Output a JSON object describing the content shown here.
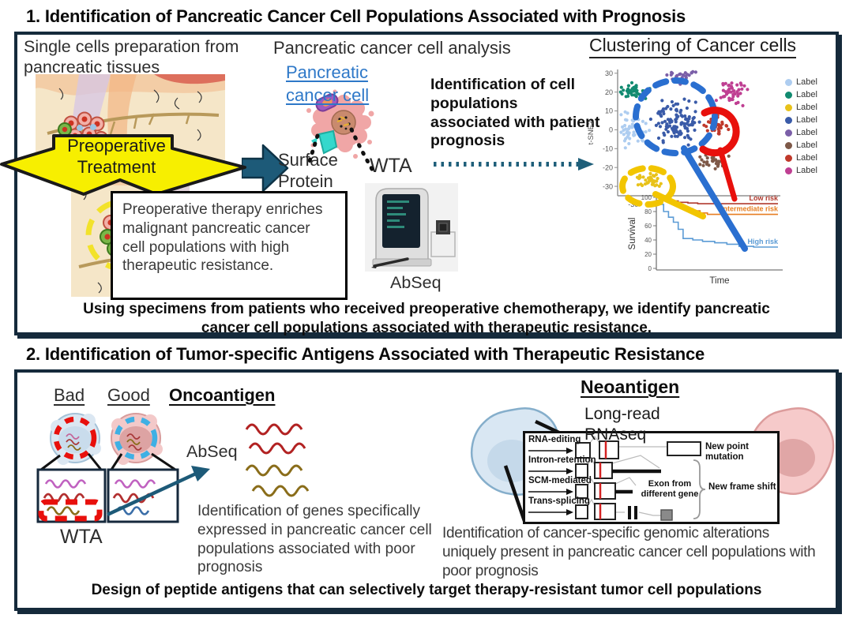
{
  "section1": {
    "title": "1. Identification of Pancreatic Cancer Cell Populations Associated with Prognosis",
    "left": {
      "heading": "Single cells preparation from pancreatic tissues",
      "treatment_arrow": "Preoperative Treatment",
      "note": "Preoperative therapy enriches malignant pancreatic cancer cell populations with high therapeutic resistance."
    },
    "middle": {
      "heading": "Pancreatic cancer cell analysis",
      "cell_link": "Pancreatic cancer cell",
      "surface_protein_label": "Surface Protein",
      "wta_label": "WTA",
      "abseq_label": "AbSeq",
      "identification_text": "Identification of cell populations associated with patient prognosis"
    },
    "right": {
      "heading": "Clustering of Cancer cells"
    },
    "footer": "Using specimens from patients who received preoperative chemotherapy, we identify pancreatic cancer cell populations associated with therapeutic resistance."
  },
  "section2": {
    "title": "2. Identification of Tumor-specific Antigens Associated with Therapeutic Resistance",
    "oncoantigen": {
      "bad_label": "Bad",
      "good_label": "Good",
      "heading": "Oncoantigen",
      "wta_label": "WTA",
      "abseq_label": "AbSeq",
      "description": "Identification of genes specifically expressed in pancreatic cancer cell populations associated with poor prognosis"
    },
    "neoantigen": {
      "heading": "Neoantigen",
      "method_label": "Long-read RNAseq",
      "rows": [
        "RNA-editing",
        "Intron-retention",
        "SCM-mediated",
        "Trans-splicing"
      ],
      "annotation_point": "New point mutation",
      "annotation_exon": "Exon from different gene",
      "annotation_frameshift": "New frame shift",
      "description": "Identification of cancer-specific genomic alterations uniquely present in pancreatic cancer cell populations with poor prognosis"
    },
    "footer": "Design of peptide antigens that can selectively target therapy-resistant tumor cell populations"
  },
  "colors": {
    "panel_border": "#152a3b",
    "accent_teal": "#1d5a78",
    "highlight_yellow": "#f7ef00",
    "link_blue": "#2e78c8",
    "bad_ring_red": "#e8100c",
    "good_ring_blue": "#3fb0e4"
  },
  "chart_data": [
    {
      "type": "scatter",
      "title": "Clustering of Cancer cells",
      "xlabel": "",
      "ylabel": "t-SNE2",
      "xlim": [
        -35,
        40
      ],
      "ylim": [
        -35,
        32
      ],
      "yticks": [
        30,
        20,
        10,
        0,
        -10,
        -20,
        -30
      ],
      "xticks": [
        -30
      ],
      "legend_position": "right",
      "clusters": [
        {
          "name": "Label",
          "color": "#aecdf0",
          "center": [
            -28,
            0
          ],
          "spread": [
            8,
            8
          ],
          "count": 55
        },
        {
          "name": "Label",
          "color": "#118a70",
          "center": [
            -27,
            20
          ],
          "spread": [
            7,
            5
          ],
          "count": 40
        },
        {
          "name": "Label",
          "color": "#e8c21a",
          "center": [
            -21,
            -27
          ],
          "spread": [
            7,
            4
          ],
          "count": 35
        },
        {
          "name": "Label",
          "color": "#3a5ba8",
          "center": [
            -8,
            5
          ],
          "spread": [
            11,
            12
          ],
          "count": 110
        },
        {
          "name": "Label",
          "color": "#7b5fa8",
          "center": [
            -5,
            30
          ],
          "spread": [
            7,
            6
          ],
          "count": 40
        },
        {
          "name": "Label",
          "color": "#7e5948",
          "center": [
            9,
            -16
          ],
          "spread": [
            7,
            5
          ],
          "count": 35
        },
        {
          "name": "Label",
          "color": "#c0392b",
          "center": [
            10,
            2
          ],
          "spread": [
            6,
            6
          ],
          "count": 40
        },
        {
          "name": "Label",
          "color": "#bf3f92",
          "center": [
            18,
            20
          ],
          "spread": [
            8,
            7
          ],
          "count": 45
        }
      ],
      "annotations": [
        "high-risk cluster circled blue",
        "intermediate-risk cluster circled yellow",
        "low-risk cluster circled red"
      ]
    },
    {
      "type": "line",
      "title": "",
      "xlabel": "Time",
      "ylabel": "Survival",
      "xlim": [
        0,
        10
      ],
      "ylim": [
        0,
        105
      ],
      "yticks": [
        100,
        80,
        60,
        40,
        20,
        0
      ],
      "series": [
        {
          "name": "Low risk",
          "color": "#b03a2e",
          "steps": [
            [
              0,
              100
            ],
            [
              0.6,
              97
            ],
            [
              1.2,
              95
            ],
            [
              1.8,
              93
            ],
            [
              2.6,
              92
            ],
            [
              3.4,
              91
            ],
            [
              10,
              91
            ]
          ]
        },
        {
          "name": "Intermediate risk",
          "color": "#e67e22",
          "steps": [
            [
              0,
              100
            ],
            [
              0.5,
              96
            ],
            [
              1,
              93
            ],
            [
              1.5,
              90
            ],
            [
              2,
              87
            ],
            [
              2.5,
              84
            ],
            [
              3,
              81
            ],
            [
              3.6,
              78
            ],
            [
              4.2,
              76
            ],
            [
              10,
              76
            ]
          ]
        },
        {
          "name": "High risk",
          "color": "#5b9bd5",
          "steps": [
            [
              0,
              100
            ],
            [
              0.3,
              90
            ],
            [
              0.6,
              80
            ],
            [
              1,
              72
            ],
            [
              1.4,
              65
            ],
            [
              1.8,
              55
            ],
            [
              2.2,
              42
            ],
            [
              3,
              40
            ],
            [
              3.8,
              38
            ],
            [
              4.8,
              36
            ],
            [
              5.8,
              34
            ],
            [
              6.8,
              31
            ],
            [
              8,
              30
            ],
            [
              10,
              30
            ]
          ]
        }
      ]
    }
  ]
}
